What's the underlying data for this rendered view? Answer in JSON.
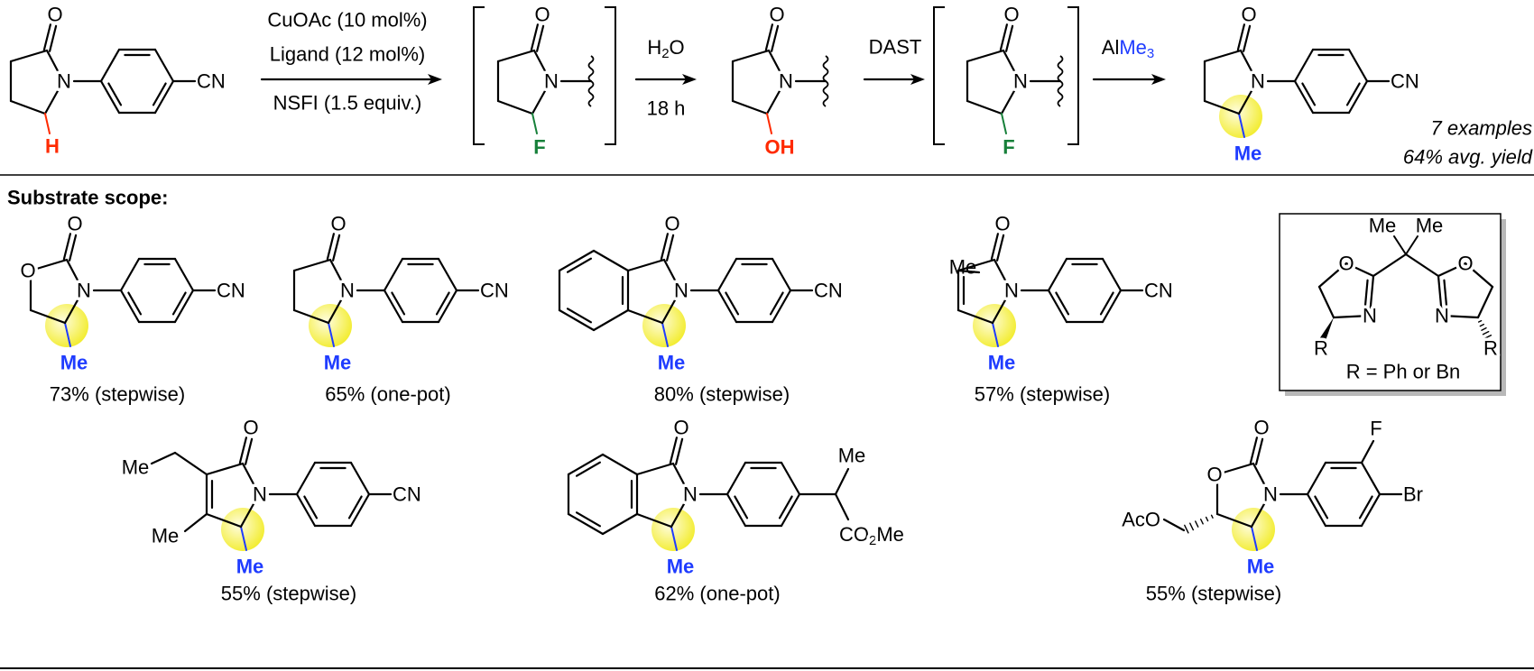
{
  "labels": {
    "O": "O",
    "N": "N",
    "CN": "CN",
    "H": "H",
    "F": "F",
    "OH": "OH",
    "Me": "Me",
    "R": "R",
    "Br": "Br",
    "AcO": "AcO",
    "CO": "CO",
    "two": "2"
  },
  "scheme": {
    "step1_reagents": [
      "CuOAc (10 mol%)",
      "Ligand (12 mol%)",
      "NSFI (1.5 equiv.)"
    ],
    "step2": {
      "reagent_h": "H",
      "reagent_sub": "2",
      "reagent_o": "O",
      "time": "18 h"
    },
    "step3": {
      "reagent": "DAST"
    },
    "step4": {
      "reagent_al": "Al",
      "reagent_me": "Me",
      "reagent_sub": "3"
    },
    "summary": {
      "examples": "7 examples",
      "avg_yield": "64% avg. yield"
    }
  },
  "scope": {
    "title": "Substrate scope:",
    "yields": [
      "73% (stepwise)",
      "65% (one-pot)",
      "80% (stepwise)",
      "57% (stepwise)",
      "55% (stepwise)",
      "62% (one-pot)",
      "55% (stepwise)"
    ],
    "ligand": {
      "caption": "R = Ph or Bn"
    }
  },
  "colors": {
    "bond": "#000000",
    "hydrogen": "#ff2a00",
    "hydroxyl": "#ff2a00",
    "fluorine": "#17803a",
    "methyl": "#1f3cff",
    "highlight_center": "#fffde0",
    "highlight_edge": "#f2ec2c",
    "shadow": "#b8b8b8"
  }
}
